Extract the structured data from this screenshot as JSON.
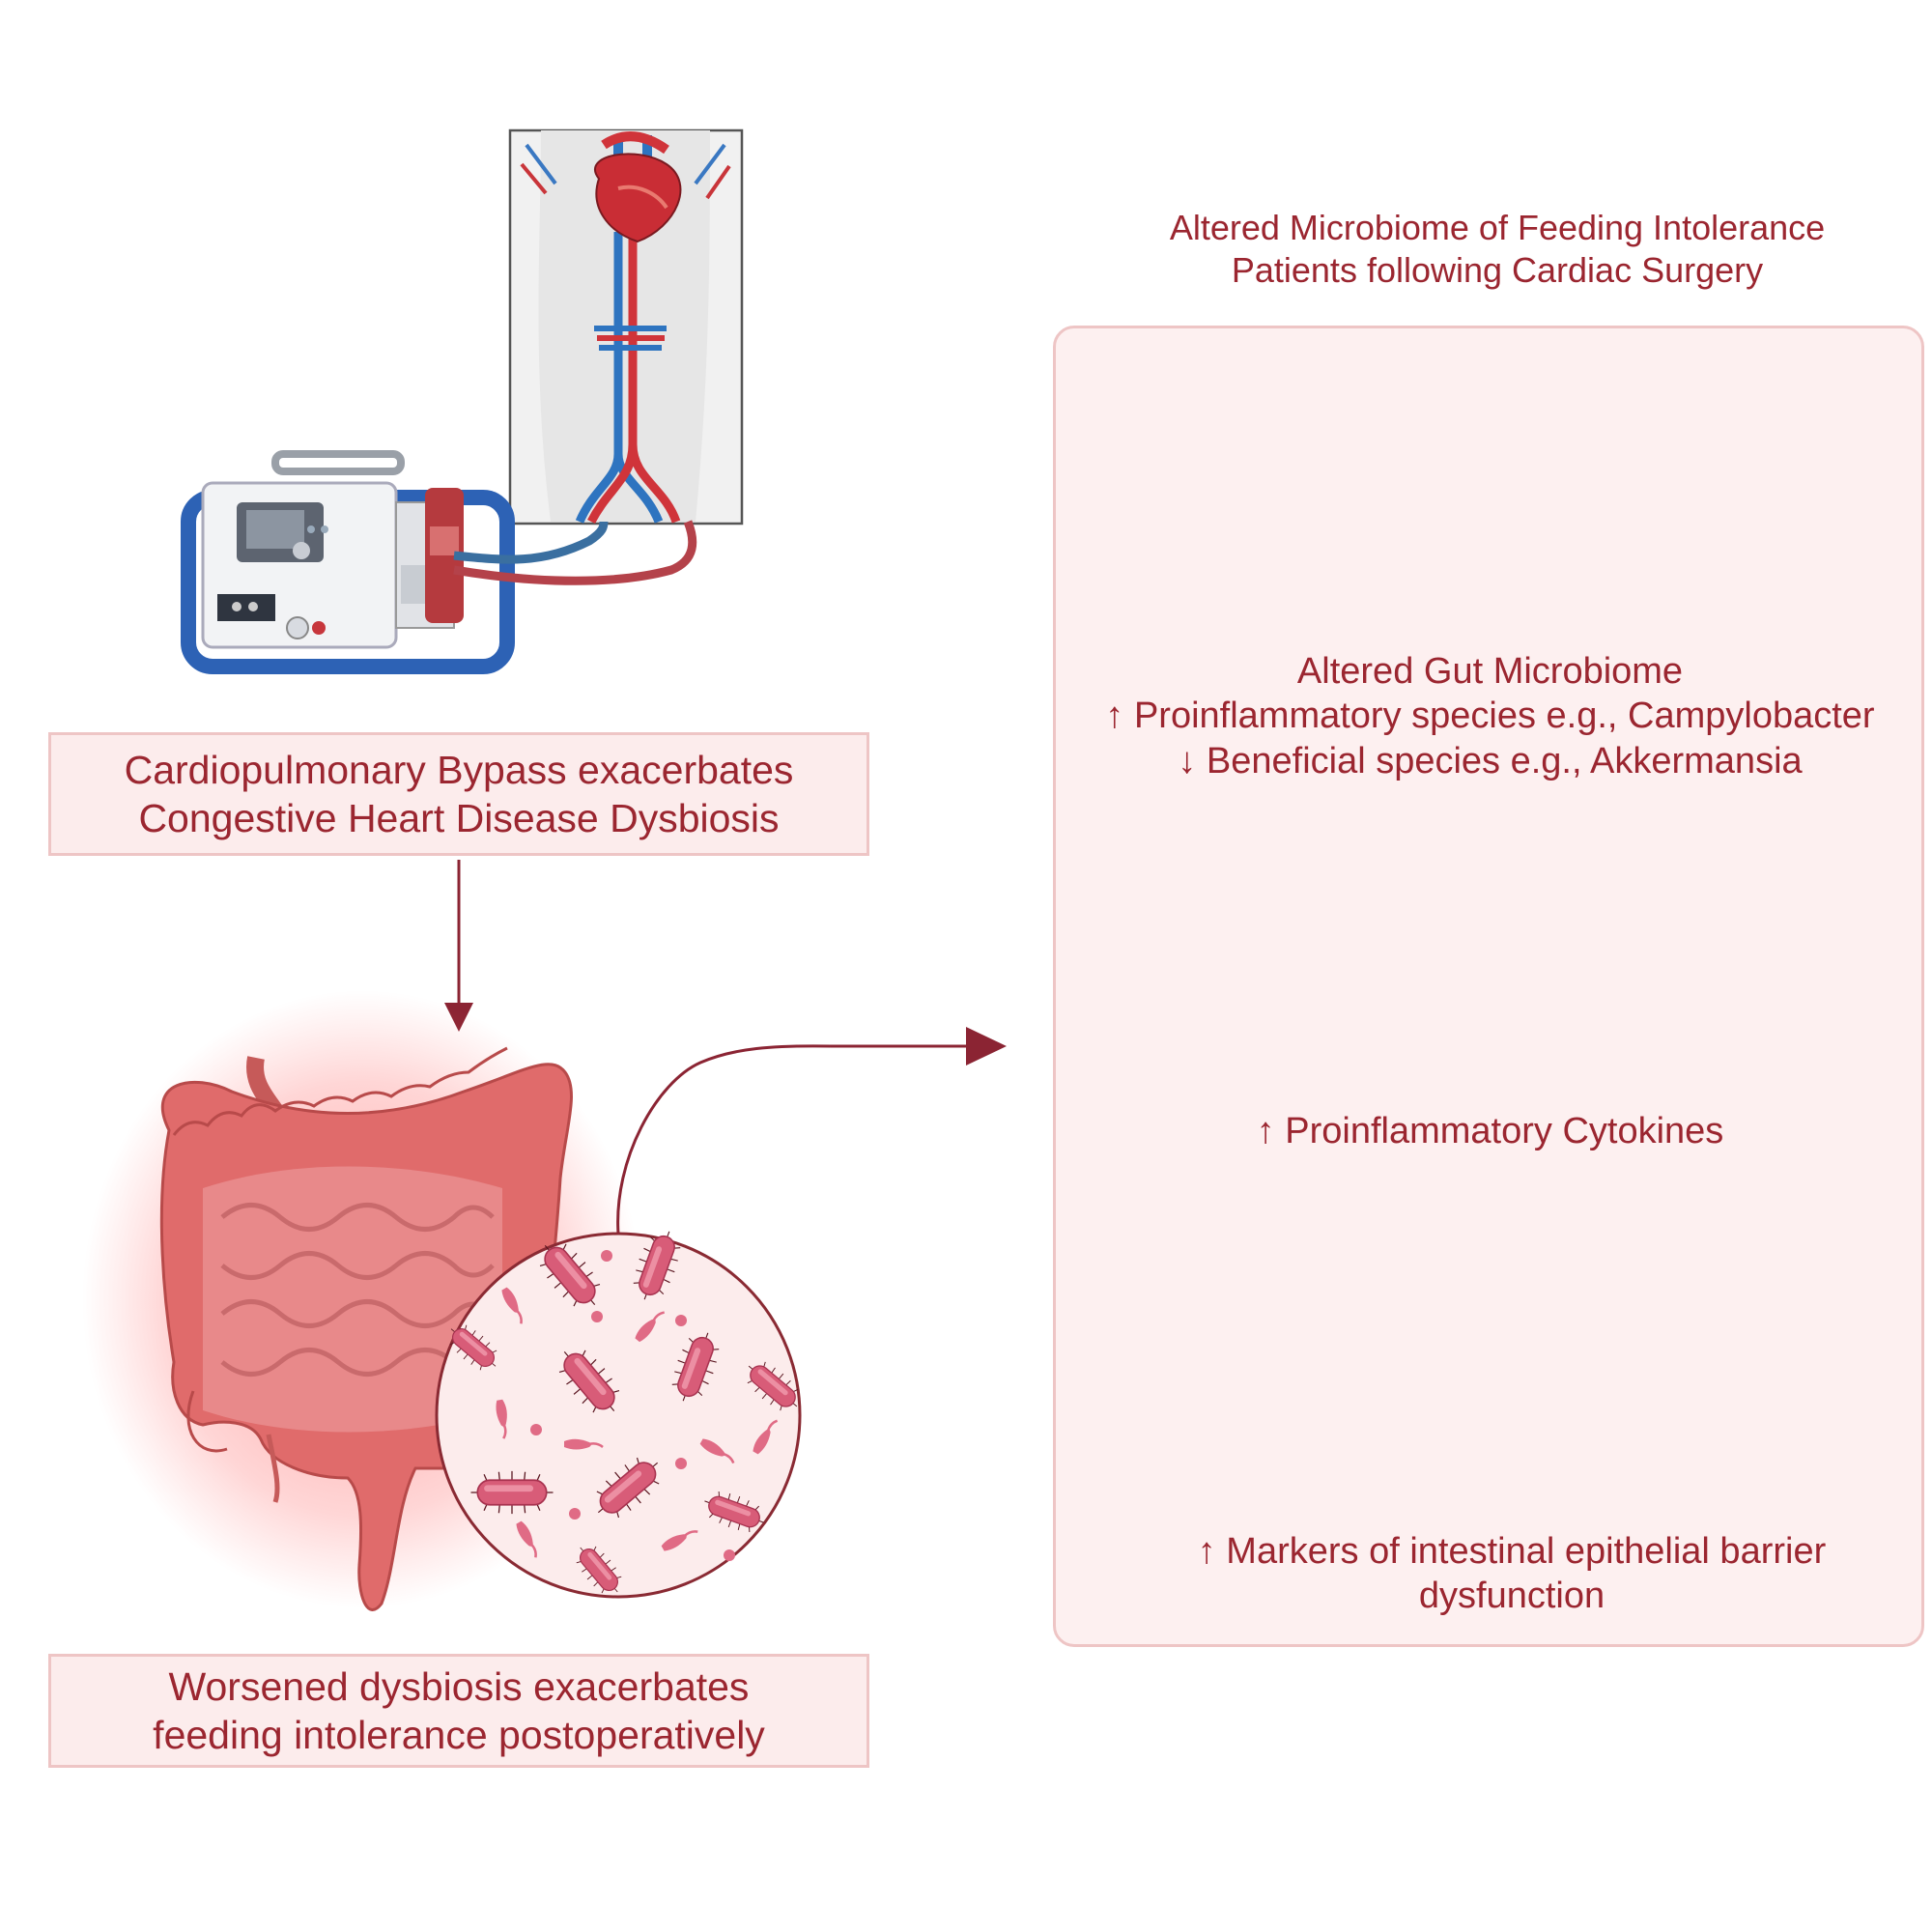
{
  "left_column": {
    "cpb_box": {
      "line1": "Cardiopulmonary Bypass exacerbates",
      "line2": "Congestive Heart Disease Dysbiosis"
    },
    "outcome_box": {
      "line1": "Worsened dysbiosis exacerbates",
      "line2": "feeding intolerance postoperatively"
    }
  },
  "right_panel": {
    "title": {
      "line1": "Altered Microbiome of Feeding Intolerance",
      "line2": "Patients following Cardiac Surgery"
    },
    "microbiome": {
      "heading": "Altered Gut Microbiome",
      "increase": "↑ Proinflammatory species e.g., Campylobacter",
      "decrease": "↓ Beneficial species e.g., Akkermansia"
    },
    "cytokines": {
      "label": "↑ Proinflammatory Cytokines"
    },
    "barrier": {
      "line1": "↑ Markers of intestinal epithelial barrier",
      "line2": "dysfunction"
    }
  },
  "icons": [
    "bypass-machine-icon",
    "heart-vasculature-icon",
    "intestine-icon",
    "bacteria-icon",
    "cytokine-icon",
    "epithelium-icon"
  ],
  "colors": {
    "text": "#9b2630",
    "arrow": "#8b2433",
    "box_fill": "#fcecec",
    "box_border": "#eec5c5",
    "bacteria": "#d85c78",
    "cytokine": "#b52a36"
  }
}
